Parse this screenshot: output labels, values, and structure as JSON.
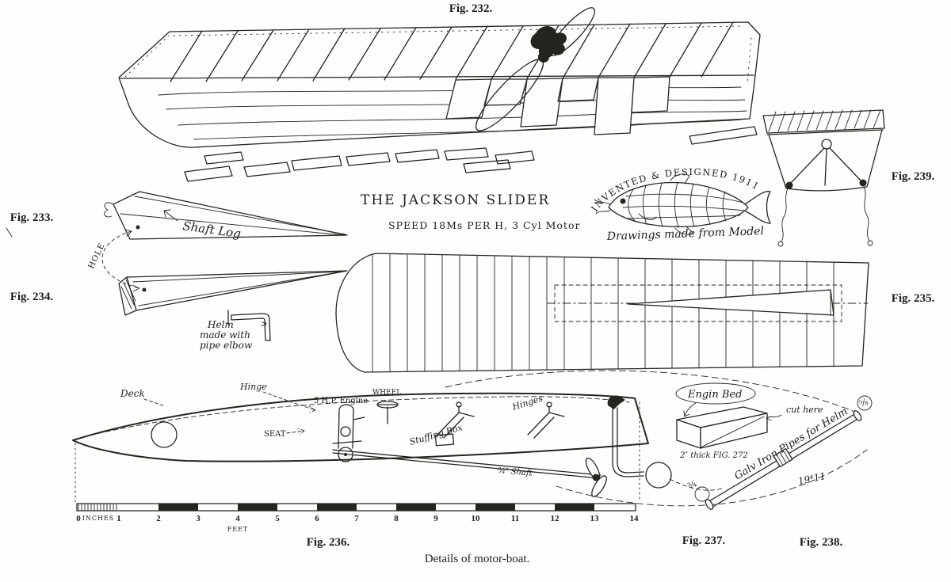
{
  "page": {
    "paper_color": "#fefefd",
    "ink_color": "#26241f",
    "caption": "Details of motor-boat."
  },
  "figure_labels": {
    "fig232": "Fig. 232.",
    "fig233": "Fig. 233.",
    "fig234": "Fig. 234.",
    "fig235": "Fig. 235.",
    "fig236": "Fig. 236.",
    "fig237": "Fig. 237.",
    "fig238": "Fig. 238.",
    "fig239": "Fig. 239."
  },
  "annotations": {
    "title": "THE JACKSON SLIDER",
    "speed": "SPEED 18Ms PER H, 3 Cyl Motor",
    "invented": "INVENTED & DESIGNED 1911",
    "from_model": "Drawings made from Model",
    "shaft_log": "Shaft Log",
    "hole": "HOLE",
    "helm_note": [
      "Helm",
      "made with",
      "pipe elbow"
    ],
    "deck": "Deck",
    "hinge": "Hinge",
    "seat": "SEAT",
    "engine": "5 H.P. Engine",
    "wheel": "WHEEL",
    "stuffing_box": "Stuffing Box",
    "hinges": "Hinges",
    "shaft": "¾″ Shaft",
    "engine_bed": "Engin Bed",
    "cut_here": "cut here",
    "thickness": "2″ thick FIG. 272",
    "galv_pipes": "Galv Iron Pipes for Helm",
    "date_mark": "19⁴11",
    "pipe_size_top": "⅝",
    "pipe_size_bottom": "¾"
  },
  "ruler": {
    "zero": "0",
    "inches": "INCHES",
    "feet": "FEET",
    "ticks": [
      "1",
      "2",
      "3",
      "4",
      "5",
      "6",
      "7",
      "8",
      "9",
      "10",
      "11",
      "12",
      "13",
      "14"
    ]
  }
}
